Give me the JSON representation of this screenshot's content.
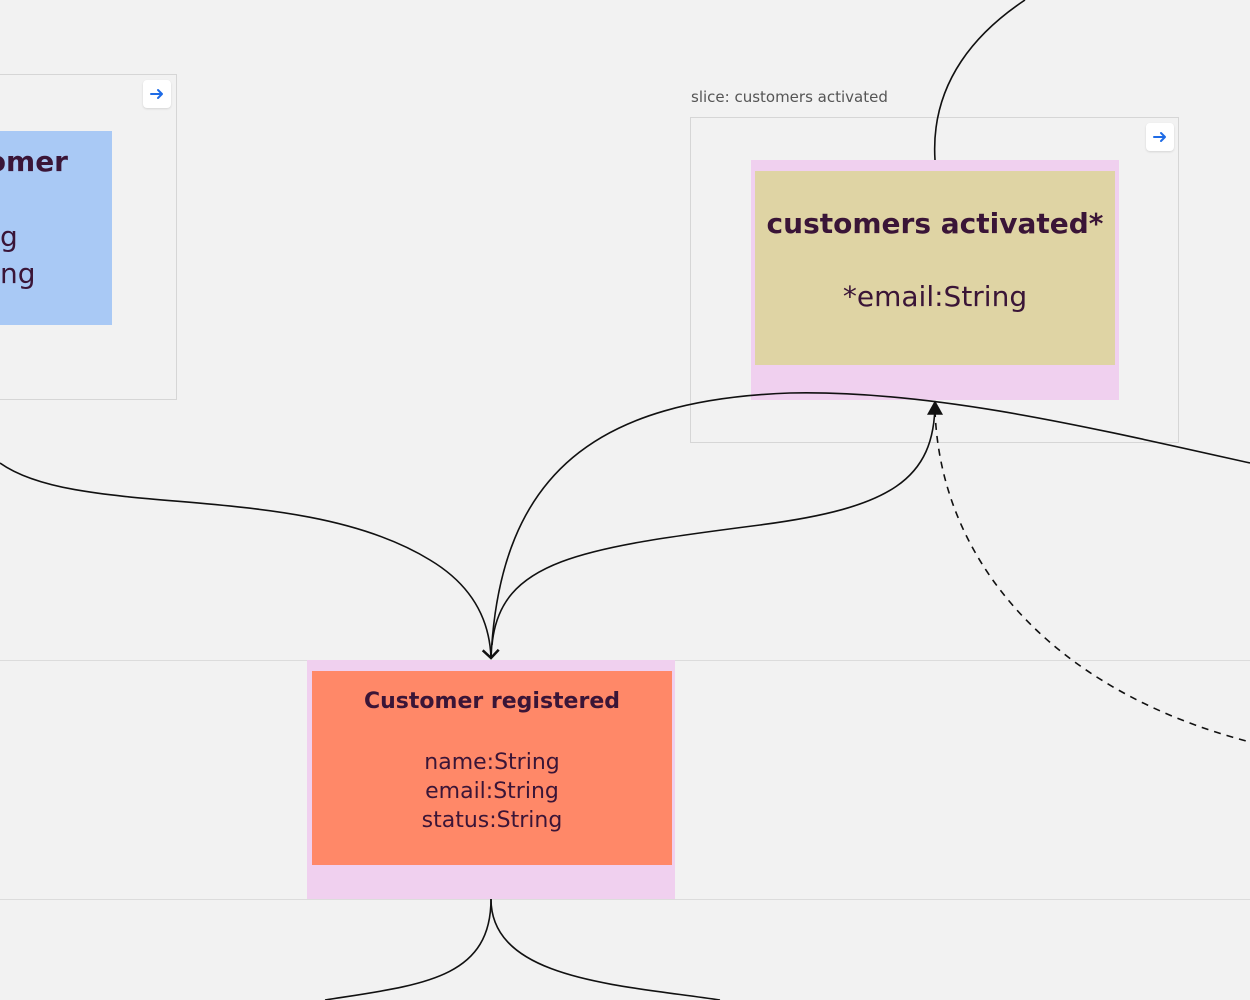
{
  "colors": {
    "canvas": "#f2f2f2",
    "frame_border": "#d6d6d6",
    "highlight": "#f0d0ef",
    "blue_sticky": "#a9c9f5",
    "khaki_sticky": "#dfd4a4",
    "orange_sticky": "#ff8868",
    "sticky_text": "#3a1537",
    "frame_button_arrow": "#1e6be6"
  },
  "left_frame": {
    "button_icon": "arrow-right-icon",
    "sticky": {
      "title_fragment": "omer",
      "lines": [
        "g",
        "ng"
      ]
    }
  },
  "slice_frame": {
    "title": "slice: customers activated",
    "button_icon": "arrow-right-icon",
    "sticky": {
      "title": "customers activated*",
      "fields": [
        "*email:String"
      ]
    }
  },
  "event_sticky": {
    "title": "Customer registered",
    "fields": [
      "name:String",
      "email:String",
      "status:String"
    ]
  }
}
